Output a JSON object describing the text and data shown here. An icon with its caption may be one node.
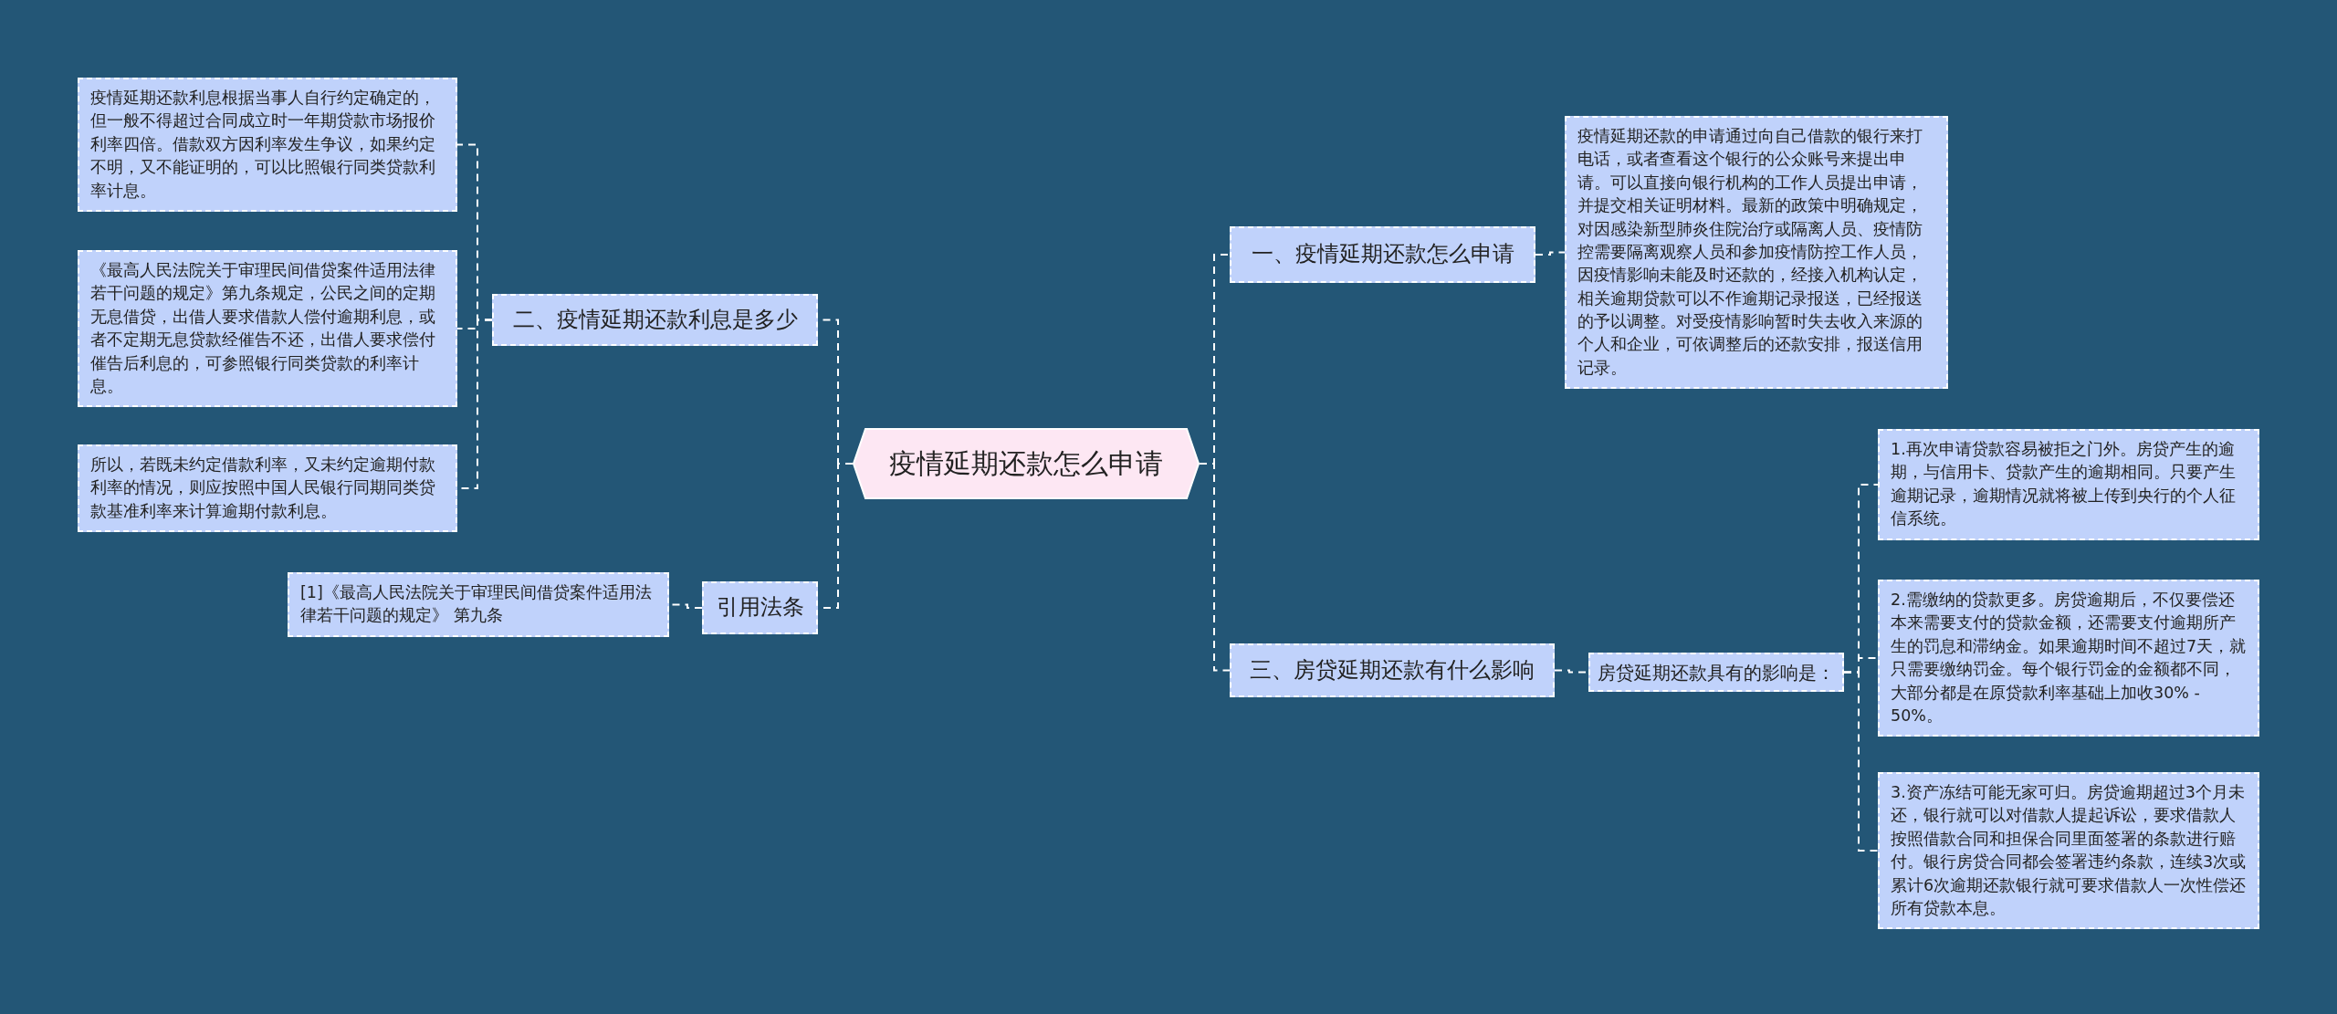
{
  "diagram": {
    "nodes": [
      {
        "text": [
          "疫情延期还款怎么申请"
        ]
      },
      {
        "text": [
          "一、疫情延期还款怎么申请"
        ]
      },
      {
        "text": [
          "疫情延期还款的申请通过向自己借款的银行来打电话，或者查看这个银行的公众账号来提出申请。可以直接向银行机构的工作人员提出申请，并提交相关证明材料。最新的政策中明确规定，对因感染新型肺炎住院治疗或隔离人员、疫情防控需要隔离观察人员和参加疫情防控工作人员，因疫情影响未能及时还款的，经接入机构认定，相关逾期贷款可以不作逾期记录报送，已经报送的予以调整。对受疫情影响暂时失去收入来源的个人和企业，可依调整后的还款安排，报送信用记录。"
        ]
      },
      {
        "text": [
          "三、房贷延期还款有什么影响"
        ]
      },
      {
        "text": [
          "房贷延期还款具有的影响是："
        ]
      },
      {
        "text": [
          "1.再次申请贷款容易被拒之门外。房贷产生的逾期，与信用卡、贷款产生的逾期相同。只要产生逾期记录，逾期情况就将被上传到央行的个人征信系统。"
        ]
      },
      {
        "text": [
          "2.需缴纳的贷款更多。房贷逾期后，不仅要偿还本来需要支付的贷款金额，还需要支付逾期所产生的罚息和滞纳金。如果逾期时间不超过7天，就只需要缴纳罚金。每个银行罚金的金额都不同，大部分都是在原贷款利率基础上加收30% - 50%。"
        ]
      },
      {
        "text": [
          "3.资产冻结可能无家可归。房贷逾期超过3个月未还，银行就可以对借款人提起诉讼，要求借款人按照借款合同和担保合同里面签署的条款进行赔付。银行房贷合同都会签署违约条款，连续3次或累计6次逾期还款银行就可要求借款人一次性偿还所有贷款本息。"
        ]
      },
      {
        "text": [
          "二、疫情延期还款利息是多少"
        ]
      },
      {
        "text": [
          "疫情延期还款利息根据当事人自行约定确定的，但一般不得超过合同成立时一年期贷款市场报价利率四倍。借款双方因利率发生争议，如果约定不明，又不能证明的，可以比照银行同类贷款利率计息。"
        ]
      },
      {
        "text": [
          "《最高人民法院关于审理民间借贷案件适用法律若干问题的规定》第九条规定，公民之间的定期无息借贷，出借人要求借款人偿付逾期利息，或者不定期无息贷款经催告不还，出借人要求偿付催告后利息的，可参照银行同类贷款的利率计息。"
        ]
      },
      {
        "text": [
          "所以，若既未约定借款利率，又未约定逾期付款利率的情况，则应按照中国人民银行同期同类贷款基准利率来计算逾期付款利息。"
        ]
      },
      {
        "text": [
          "引用法条"
        ]
      },
      {
        "text": [
          "[1]《最高人民法院关于审理民间借贷案件适用法律若干问题的规定》 第九条"
        ]
      }
    ],
    "edges": [
      {
        "from": 0,
        "to": 1,
        "arrow": "none"
      },
      {
        "from": 0,
        "to": 3,
        "arrow": "none"
      },
      {
        "from": 0,
        "to": 8,
        "arrow": "none"
      },
      {
        "from": 0,
        "to": 12,
        "arrow": "none"
      },
      {
        "from": 1,
        "to": 2,
        "arrow": "none"
      },
      {
        "from": 3,
        "to": 4,
        "arrow": "none"
      },
      {
        "from": 4,
        "to": 5,
        "arrow": "none"
      },
      {
        "from": 4,
        "to": 6,
        "arrow": "none"
      },
      {
        "from": 4,
        "to": 7,
        "arrow": "none"
      },
      {
        "from": 8,
        "to": 9,
        "arrow": "none"
      },
      {
        "from": 8,
        "to": 10,
        "arrow": "none"
      },
      {
        "from": 8,
        "to": 11,
        "arrow": "none"
      },
      {
        "from": 12,
        "to": 13,
        "arrow": "none"
      }
    ]
  }
}
